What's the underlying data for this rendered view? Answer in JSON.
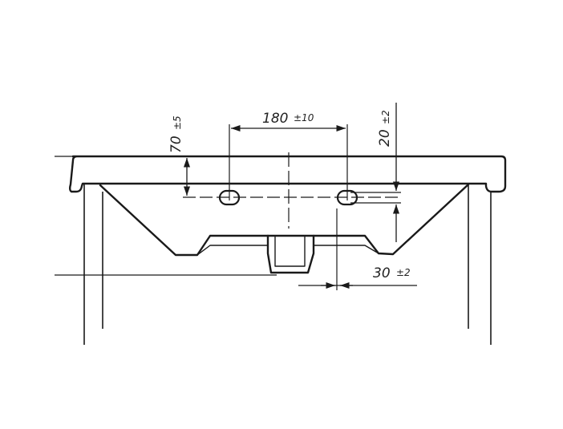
{
  "dimensions": {
    "top_spacing": {
      "value": "180",
      "tolerance": "±10"
    },
    "height_left": {
      "value": "70",
      "tolerance": "±5"
    },
    "height_right": {
      "value": "20",
      "tolerance": "±2"
    },
    "bottom_spacing": {
      "value": "30",
      "tolerance": "±2"
    }
  },
  "colors": {
    "line": "#1a1a1a",
    "text": "#222222",
    "background": "#ffffff"
  }
}
